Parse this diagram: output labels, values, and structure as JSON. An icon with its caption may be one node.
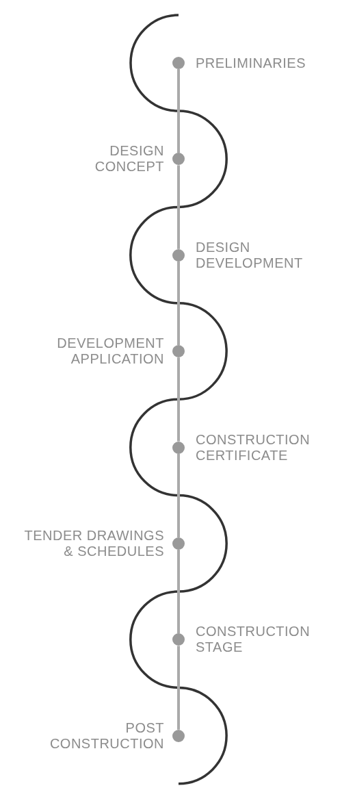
{
  "diagram": {
    "nodes": [
      {
        "text": [],
        "shape": "circle",
        "beside": [
          "PRELIMINARIES"
        ]
      },
      {
        "text": [],
        "shape": "circle",
        "beside": [
          "DESIGN CONCEPT"
        ]
      },
      {
        "text": [],
        "shape": "circle",
        "beside": [
          "DESIGN DEVELOPMENT"
        ]
      },
      {
        "text": [],
        "shape": "circle",
        "beside": [
          "DEVELOPMENT APPLICATION"
        ]
      },
      {
        "text": [],
        "shape": "circle",
        "beside": [
          "CONSTRUCTION CERTIFICATE"
        ]
      },
      {
        "text": [],
        "shape": "circle",
        "beside": [
          "TENDER DRAWINGS & SCHEDULES"
        ]
      },
      {
        "text": [],
        "shape": "circle",
        "beside": [
          "CONSTRUCTION STAGE"
        ]
      },
      {
        "text": [],
        "shape": "circle",
        "beside": [
          "POST CONSTRUCTION"
        ]
      }
    ],
    "edges": [
      {
        "from": 0,
        "to": 1,
        "arrow": "none"
      },
      {
        "from": 1,
        "to": 2,
        "arrow": "none"
      },
      {
        "from": 2,
        "to": 3,
        "arrow": "none"
      },
      {
        "from": 3,
        "to": 4,
        "arrow": "none"
      },
      {
        "from": 4,
        "to": 5,
        "arrow": "none"
      },
      {
        "from": 5,
        "to": 6,
        "arrow": "none"
      },
      {
        "from": 6,
        "to": 7,
        "arrow": "none"
      }
    ]
  }
}
